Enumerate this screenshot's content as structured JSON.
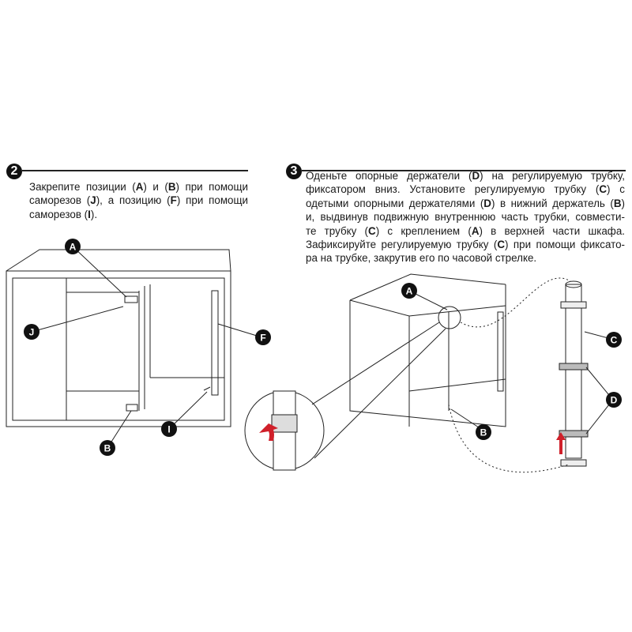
{
  "step2": {
    "number": "2",
    "lines": [
      "Закрепите позиции (A) и (B) при помощи",
      "саморезов (J), а позицию (F) при помощи",
      "саморезов (I)."
    ],
    "labels": {
      "a": "A",
      "b": "B",
      "j": "J",
      "f": "F",
      "i": "I"
    }
  },
  "step3": {
    "number": "3",
    "lines": [
      "Оденьте опорные держатели (D) на регулируемую трубку,",
      "фиксатором вниз. Установите регулируемую трубку (C) с",
      "одетыми опорными держателями (D) в нижний держатель (B)",
      "и, выдвинув подвижную внутреннюю часть трубки, совмести-",
      "те трубку (C) с креплением (A) в верхней части шкафа.",
      "Зафиксируйте регулируемую трубку (C) при помощи фиксато-",
      "ра на трубке, закрутив его по часовой стрелке."
    ],
    "labels": {
      "a": "A",
      "b": "B",
      "c": "C",
      "d": "D"
    }
  },
  "colors": {
    "arrow": "#d0202a"
  }
}
